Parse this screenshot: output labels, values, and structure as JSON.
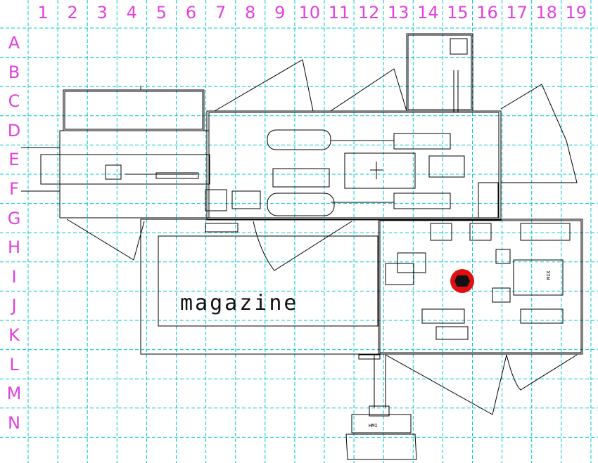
{
  "grid": {
    "columns": [
      "1",
      "2",
      "3",
      "4",
      "5",
      "6",
      "7",
      "8",
      "9",
      "10",
      "11",
      "12",
      "13",
      "14",
      "15",
      "16",
      "17",
      "18",
      "19"
    ],
    "rows": [
      "A",
      "B",
      "C",
      "D",
      "E",
      "F",
      "G",
      "H",
      "I",
      "J",
      "K",
      "L",
      "M",
      "N"
    ],
    "label_color": "#e040e0",
    "line_color": "#00c8d0"
  },
  "labels": {
    "magazine": "magazine",
    "hmi": "HMI",
    "mix": "MIX"
  },
  "colors": {
    "drawing": "#000000",
    "marker_outer": "#e01010",
    "marker_inner": "#111111"
  }
}
